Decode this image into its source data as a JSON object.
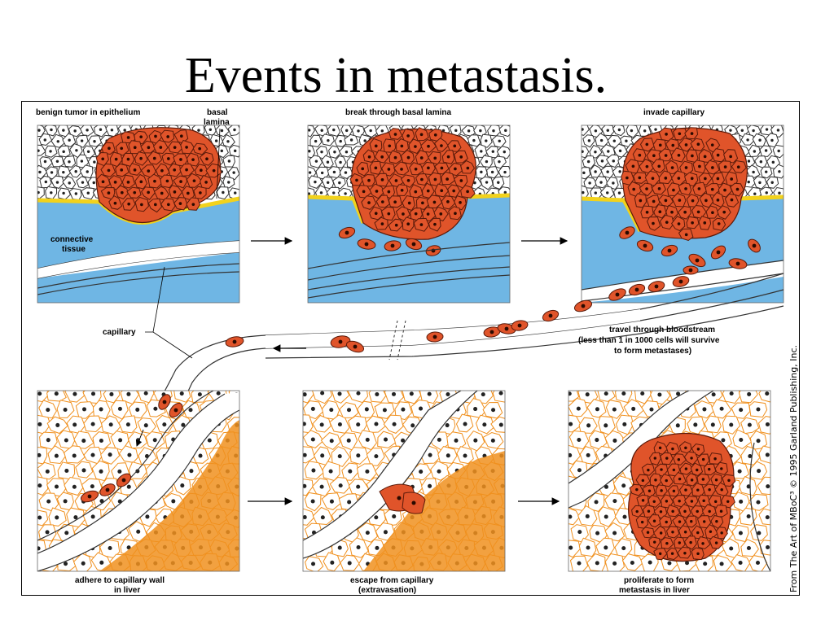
{
  "slide": {
    "title": "Events in metastasis."
  },
  "colors": {
    "tumor": "#e0542a",
    "tumor_edge": "#5a1a0a",
    "connective": "#6fb6e4",
    "lamina": "#f2d21c",
    "liver_orange": "#f0901e",
    "cell_outline": "#333333"
  },
  "labels": {
    "panel1": "benign tumor in epithelium",
    "basal_line1": "basal",
    "basal_line2": "lamina",
    "connective_line1": "connective",
    "connective_line2": "tissue",
    "panel2": "break through basal lamina",
    "panel3": "invade capillary",
    "capillary": "capillary",
    "travel_line1": "travel through bloodstream",
    "travel_line2": "(less than 1 in 1000 cells will survive",
    "travel_line3": "to form metastases)",
    "panel4_line1": "adhere to capillary wall",
    "panel4_line2": "in liver",
    "panel5_line1": "escape from capillary",
    "panel5_line2": "(extravasation)",
    "panel6_line1": "proliferate to form",
    "panel6_line2": "metastasis in liver"
  },
  "credit": "From The Art of MBoC³ © 1995 Garland Publishing, Inc."
}
